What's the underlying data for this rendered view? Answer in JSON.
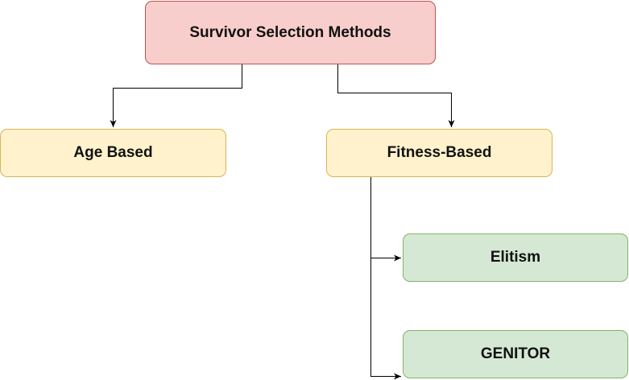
{
  "diagram": {
    "root": {
      "label": "Survivor Selection Methods",
      "fill": "#f8cecc",
      "stroke": "#b85450"
    },
    "branches": [
      {
        "label": "Age Based",
        "fill": "#fff2cc",
        "stroke": "#d6b656"
      },
      {
        "label": "Fitness-Based",
        "fill": "#fff2cc",
        "stroke": "#d6b656"
      }
    ],
    "leaves": [
      {
        "label": "Elitism",
        "fill": "#d5e8d4",
        "stroke": "#82b366"
      },
      {
        "label": "GENITOR",
        "fill": "#d5e8d4",
        "stroke": "#82b366"
      }
    ],
    "edge_color": "#000000"
  }
}
